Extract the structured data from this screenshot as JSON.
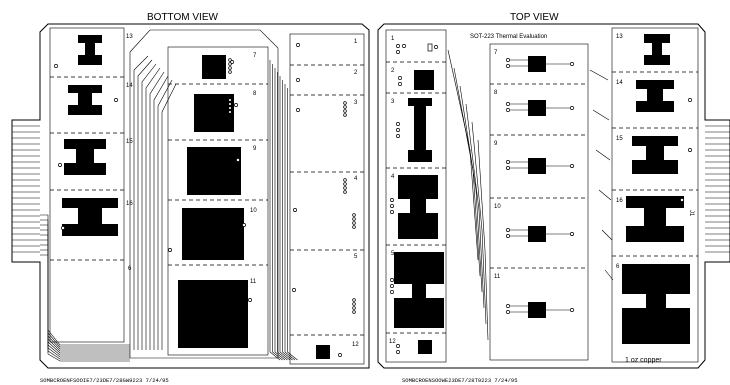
{
  "bottom_view": {
    "title": "BOTTOM VIEW",
    "panel_numbers_left": [
      "13",
      "14",
      "15",
      "16",
      "6"
    ],
    "panel_numbers_mid": [
      "7",
      "8",
      "9",
      "10",
      "11"
    ],
    "panel_numbers_right": [
      "1",
      "2",
      "3",
      "4",
      "5",
      "12"
    ],
    "footer": "SOMBCROENFSOOIE7/23DE7/28GW9223 7/24/95"
  },
  "top_view": {
    "title": "TOP VIEW",
    "subtitle": "SOT-223  Thermal Evaluation",
    "panel_numbers_left": [
      "1",
      "2",
      "3",
      "4",
      "5",
      "12"
    ],
    "panel_numbers_mid": [
      "7",
      "8",
      "9",
      "10",
      "11"
    ],
    "panel_numbers_right": [
      "13",
      "14",
      "15",
      "16",
      "6"
    ],
    "connector_label": "J1",
    "copper_note": "1 oz copper",
    "footer": "SOMBCROENSOOWE23DE7/28T9223 7/24/95"
  },
  "colors": {
    "ink": "#000000",
    "paper": "#ffffff"
  }
}
